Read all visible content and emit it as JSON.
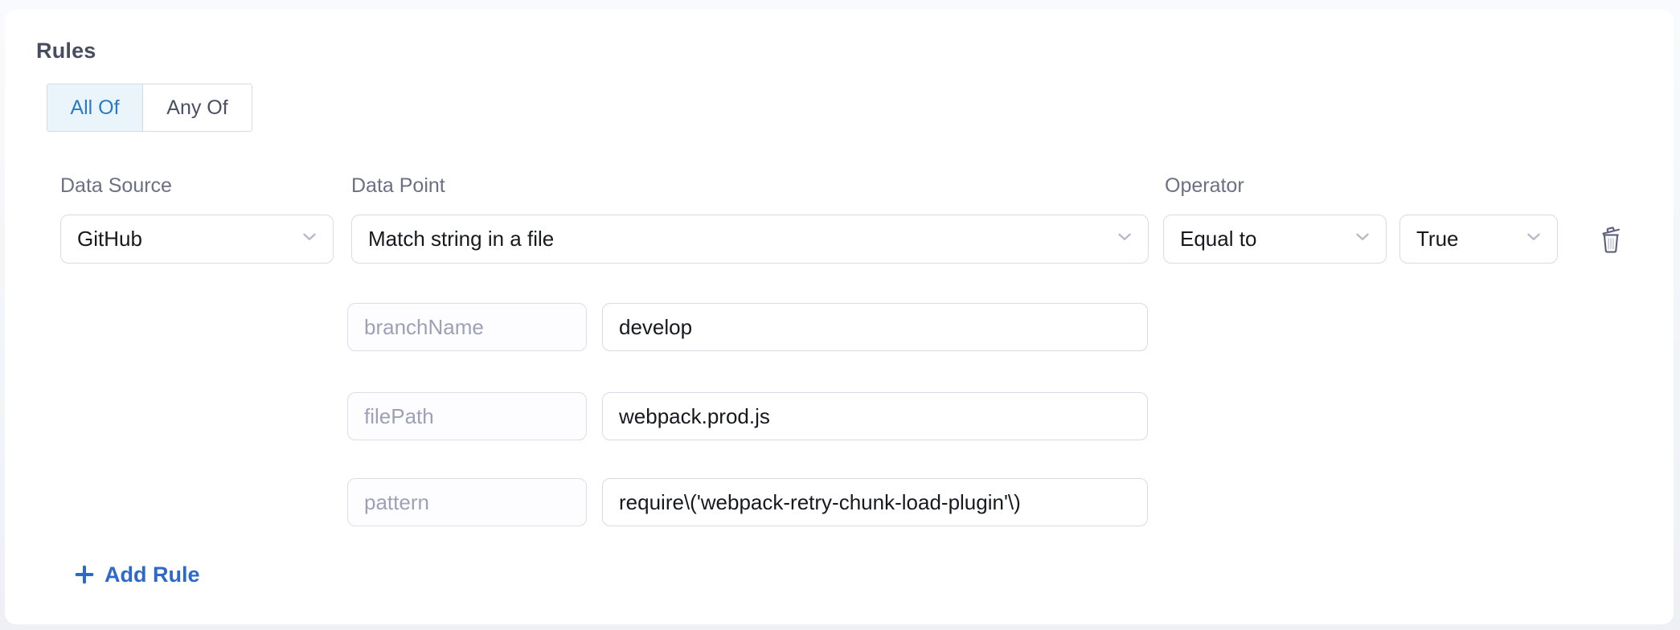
{
  "rules": {
    "title": "Rules",
    "toggle": {
      "all_of_label": "All Of",
      "any_of_label": "Any Of",
      "selected": "All Of"
    },
    "labels": {
      "data_source": "Data Source",
      "data_point": "Data Point",
      "operator": "Operator"
    },
    "rule": {
      "data_source_value": "GitHub",
      "data_point_value": "Match string in a file",
      "operator_value": "Equal to",
      "compare_value": "True",
      "params": [
        {
          "key": "branchName",
          "value": "develop"
        },
        {
          "key": "filePath",
          "value": "webpack.prod.js"
        },
        {
          "key": "pattern",
          "value": "require\\('webpack-retry-chunk-load-plugin'\\)"
        }
      ]
    },
    "add_rule_label": "Add Rule"
  },
  "icons": {
    "chevron_down": "chevron-down",
    "trash": "trash-delete",
    "plus": "plus-add"
  },
  "colors": {
    "accent_blue": "#2d68cb",
    "toggle_active_text": "#2b7ac8",
    "toggle_active_bg": "#e9f4fb",
    "card_bg": "#ffffff",
    "page_bg": "#eef0f6",
    "input_border": "#d8dbe6",
    "muted_text": "#6b7085",
    "placeholder_text": "#9da1b6"
  }
}
